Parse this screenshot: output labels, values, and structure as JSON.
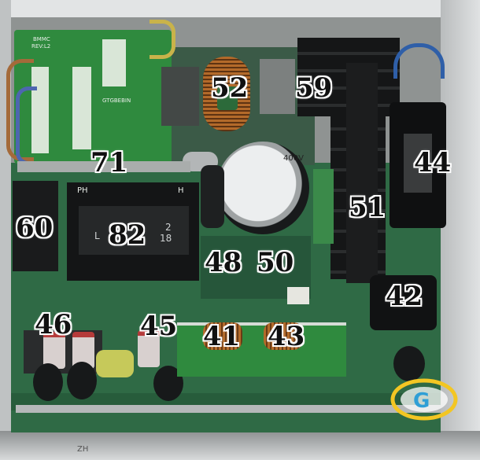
{
  "photo": {
    "labels": [
      {
        "id": "52",
        "text": "52"
      },
      {
        "id": "59",
        "text": "59"
      },
      {
        "id": "71",
        "text": "71"
      },
      {
        "id": "44",
        "text": "44"
      },
      {
        "id": "51",
        "text": "51"
      },
      {
        "id": "60",
        "text": "60"
      },
      {
        "id": "82",
        "text": "82"
      },
      {
        "id": "48",
        "text": "48"
      },
      {
        "id": "50",
        "text": "50"
      },
      {
        "id": "42",
        "text": "42"
      },
      {
        "id": "46",
        "text": "46"
      },
      {
        "id": "45",
        "text": "45"
      },
      {
        "id": "41",
        "text": "41"
      },
      {
        "id": "43",
        "text": "43"
      }
    ],
    "board_silkscreen": {
      "emi_board_code": "BMMC",
      "emi_board_rev": "REV:L2",
      "emi_part": "GTGBEBIN",
      "transformer_ph": "PH",
      "transformer_h": "H",
      "transformer_code": "L",
      "transformer_num_a": "2",
      "transformer_num_b": "18",
      "bulk_cap_voltage": "400V",
      "case_marking": "ZH"
    },
    "colors": {
      "pcb": "#2f6a45",
      "emi_board": "#2f8a3e",
      "heatsink": "#151617",
      "chassis": "#c7cacb",
      "copper": "#b36a2a"
    },
    "watermark": {
      "icon": "gecid-logo-icon"
    }
  }
}
